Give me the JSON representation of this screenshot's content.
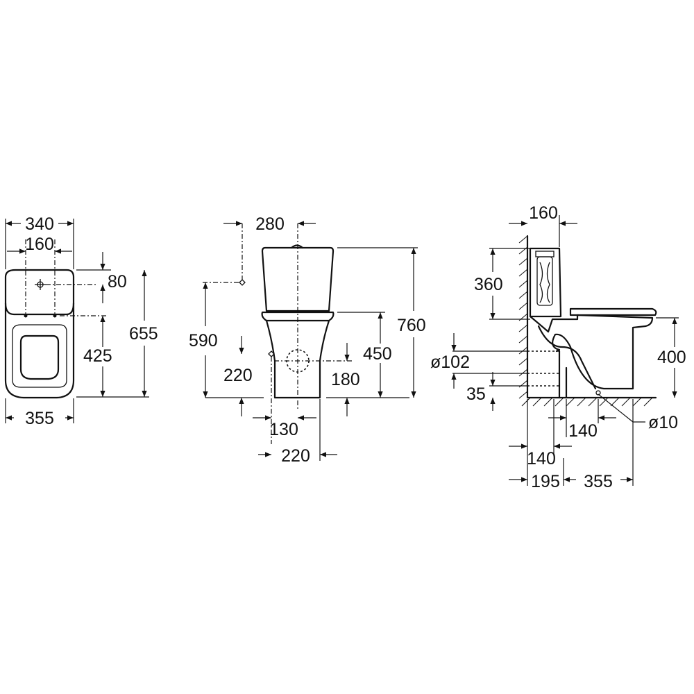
{
  "views": {
    "top": {
      "width_upper": "340",
      "seat_holes": "160",
      "rear_offset": "80",
      "depth_total": "655",
      "bowl_depth": "425",
      "width_lower": "355"
    },
    "front": {
      "inlet_offset": "280",
      "height_total": "760",
      "inlet_height": "590",
      "seat_height": "450",
      "supply_height": "220",
      "outlet_height": "180",
      "supply_offset": "130",
      "base_width": "220"
    },
    "side": {
      "wall_offset_top": "160",
      "cistern_height": "360",
      "pipe_diameter": "ø102",
      "seat_height": "400",
      "outlet_height": "35",
      "fixing_diameter": "ø10",
      "fixing_spacing": "140",
      "outlet_wall_distance": "140",
      "outlet_center": "195",
      "bowl_length": "355"
    }
  }
}
